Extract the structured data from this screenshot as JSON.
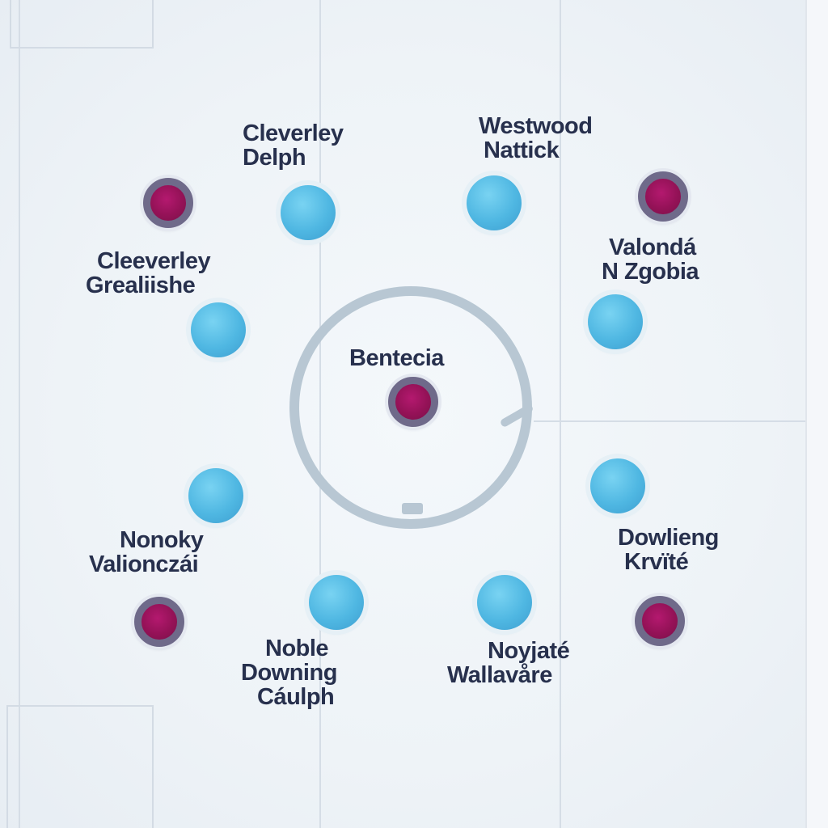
{
  "labels": {
    "cleverley_delph": [
      "Cleverley",
      "Delph"
    ],
    "westwood_nattick": [
      "Westwood",
      "Nattick"
    ],
    "cleeverley_grealiishe": [
      "Cleeverley",
      "Grealiishe"
    ],
    "valonda_zgobia": [
      "Valondá",
      "N Zgobia"
    ],
    "bentecia": [
      "Bentecia"
    ],
    "nonoky_valionczai": [
      "Nonoky",
      "Valionczái"
    ],
    "dowlieng_krvite": [
      "Dowlieng",
      "Krvïté"
    ],
    "noble_downing_caulph": [
      "Noble",
      "Downing",
      "Cáulph"
    ],
    "noyjate_wallavare": [
      "Noyjaté",
      "Wallavåre"
    ]
  },
  "colors": {
    "player_node": "#4fb7e2",
    "marker_node": "#941257",
    "marker_ring": "#6f6a8a",
    "center_circle": "#b8c7d3",
    "text": "#27304d"
  }
}
